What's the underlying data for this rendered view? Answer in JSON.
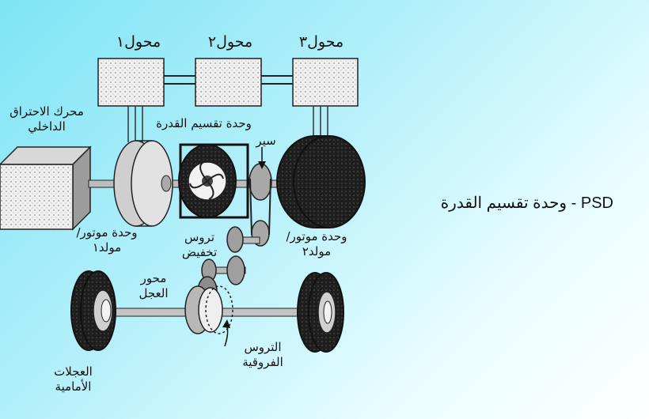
{
  "slide_title": "PSD - وحدة تقسيم القدرة",
  "labels": {
    "inverter_1": "محول١",
    "inverter_2": "محول٢",
    "inverter_3": "محول٣",
    "engine": "محرك الاحتراق الداخلي",
    "power_split": "وحدة تقسيم القدرة",
    "chain": "سير",
    "mg1": "وحدة موتور/مولد١",
    "reduction_gears": "تروس تخفيض",
    "mg2": "وحدة موتور/مولد٢",
    "wheel_axle": "محور العجل",
    "differential": "التروس الفروقية",
    "front_wheels": "العجلات الأمامية"
  }
}
